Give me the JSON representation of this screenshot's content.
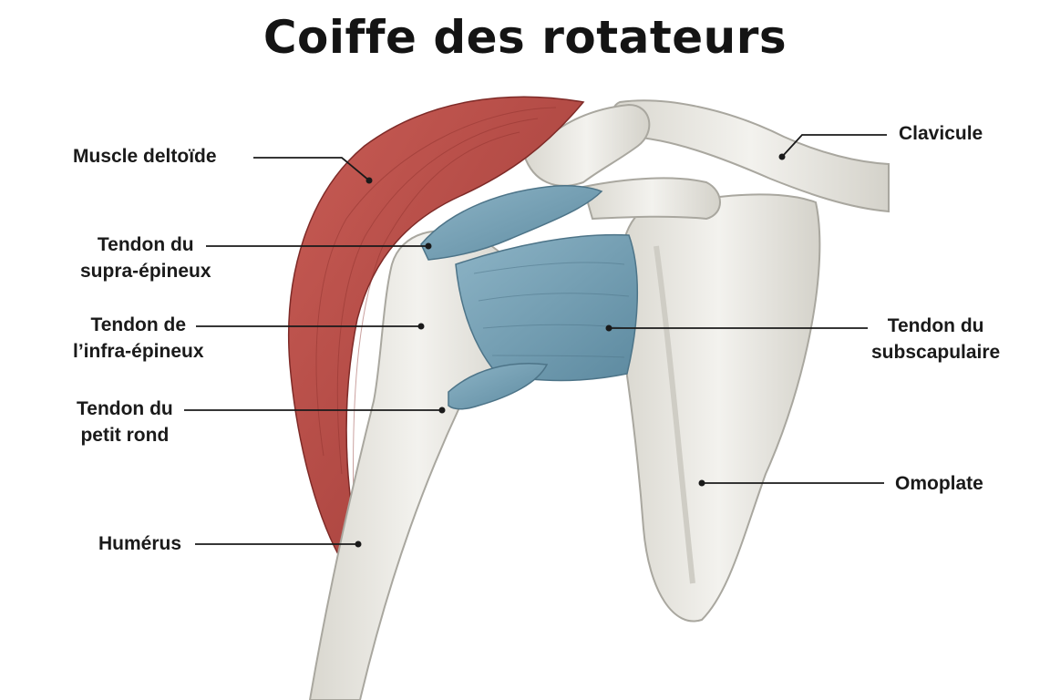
{
  "title": "Coiffe des rotateurs",
  "colors": {
    "muscle": "#b94a45",
    "tendon": "#6f9bb0",
    "bone": "#ecebe6",
    "bone_shadow": "#c9c7bf",
    "line": "#1a1a1a"
  },
  "labels": {
    "deltoid": [
      "Muscle deltoïde"
    ],
    "supraspinatus": [
      "Tendon du",
      "supra-épineux"
    ],
    "infraspinatus": [
      "Tendon de",
      "l’infra-épineux"
    ],
    "teres_minor": [
      "Tendon du",
      "petit rond"
    ],
    "humerus": [
      "Humérus"
    ],
    "clavicle": [
      "Clavicule"
    ],
    "subscapularis": [
      "Tendon du",
      "subscapulaire"
    ],
    "scapula": [
      "Omoplate"
    ]
  }
}
